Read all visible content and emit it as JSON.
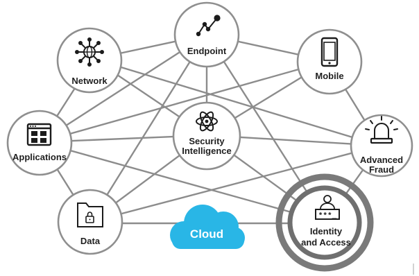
{
  "nodes": {
    "endpoint": {
      "label": "Endpoint",
      "icon": "line-chart-icon"
    },
    "network": {
      "label": "Network",
      "icon": "globe-network-icon"
    },
    "mobile": {
      "label": "Mobile",
      "icon": "smartphone-icon"
    },
    "applications": {
      "label": "Applications",
      "icon": "app-grid-icon"
    },
    "security_intelligence": {
      "label_line1": "Security",
      "label_line2": "Intelligence",
      "icon": "atom-icon"
    },
    "advanced_fraud": {
      "label_line1": "Advanced",
      "label_line2": "Fraud",
      "icon": "alarm-siren-icon"
    },
    "data": {
      "label": "Data",
      "icon": "locked-folder-icon"
    },
    "identity_access": {
      "label_line1": "Identity",
      "label_line2": "and Access",
      "icon": "password-user-icon",
      "password_mask": "***_"
    }
  },
  "cloud": {
    "label": "Cloud",
    "color": "#29b6e6"
  },
  "colors": {
    "edge": "#8c8c8c",
    "node_border": "#8f8f8f",
    "highlight_ring": "#6f6f6f"
  }
}
